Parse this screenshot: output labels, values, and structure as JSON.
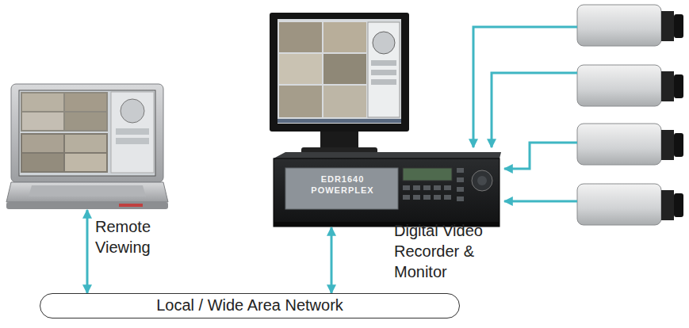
{
  "diagram": {
    "nodes": [
      {
        "text": [
          "Remote Viewing"
        ]
      },
      {
        "text": [
          "EDR1640 POWERPLEX",
          "Digital Video Recorder & Monitor"
        ]
      },
      {
        "text": [
          "Local / Wide Area Network"
        ]
      }
    ],
    "edges": [
      {
        "from": 2,
        "to": 0,
        "arrow": "both"
      },
      {
        "from": 2,
        "to": 1,
        "arrow": "both"
      }
    ]
  }
}
